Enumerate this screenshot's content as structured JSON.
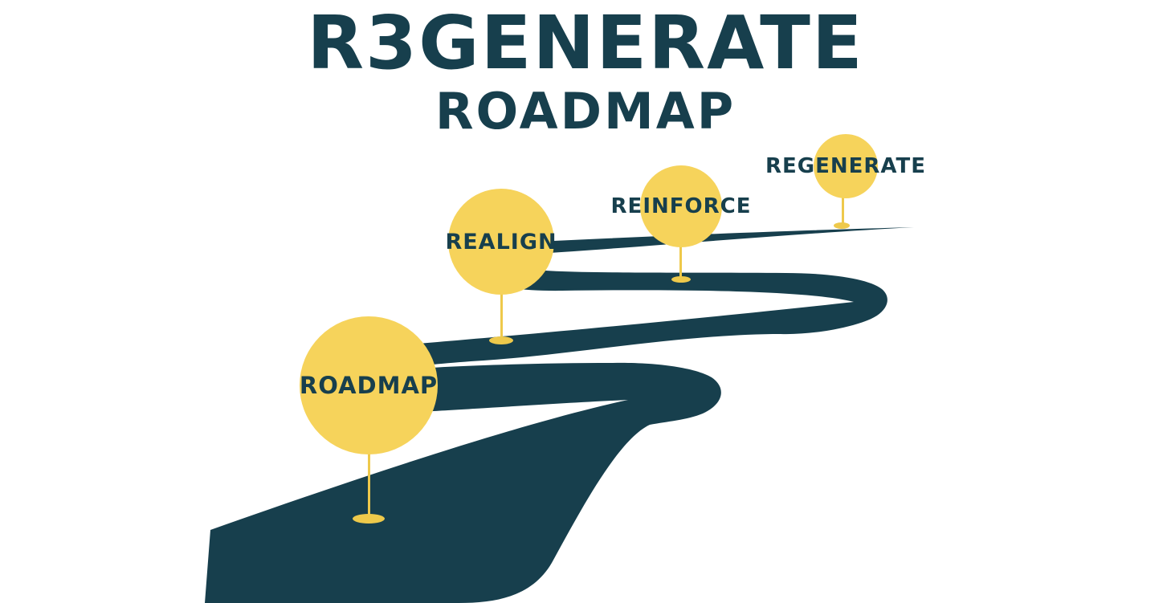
{
  "header": {
    "title": "R3GENERATE",
    "subtitle": "ROADMAP"
  },
  "milestones": [
    {
      "label": "ROADMAP"
    },
    {
      "label": "REALIGN"
    },
    {
      "label": "REINFORCE"
    },
    {
      "label": "REGENERATE"
    }
  ],
  "colors": {
    "road": "#173F4D",
    "marker_circle": "#F6D35B",
    "pin_stick": "#EEC94B",
    "text": "#173F4D",
    "background": "#FFFFFF"
  }
}
